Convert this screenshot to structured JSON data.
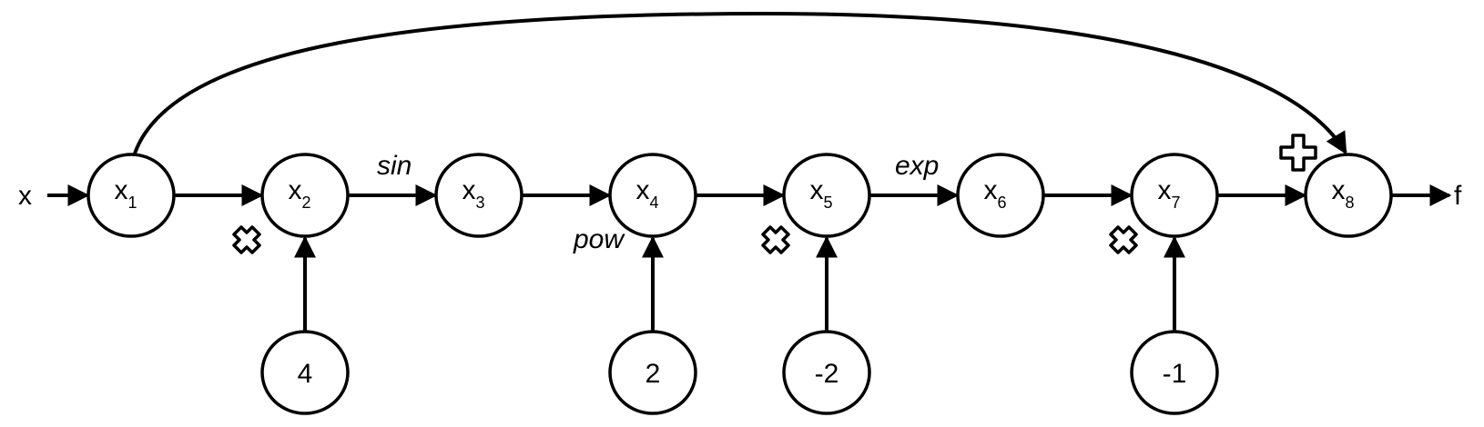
{
  "input_label": "x",
  "output_label": "f",
  "nodes": [
    {
      "id": "x1",
      "base": "x",
      "sub": "1"
    },
    {
      "id": "x2",
      "base": "x",
      "sub": "2"
    },
    {
      "id": "x3",
      "base": "x",
      "sub": "3"
    },
    {
      "id": "x4",
      "base": "x",
      "sub": "4"
    },
    {
      "id": "x5",
      "base": "x",
      "sub": "5"
    },
    {
      "id": "x6",
      "base": "x",
      "sub": "6"
    },
    {
      "id": "x7",
      "base": "x",
      "sub": "7"
    },
    {
      "id": "x8",
      "base": "x",
      "sub": "8"
    }
  ],
  "constants": [
    {
      "id": "c4",
      "value": "4",
      "target": "x2"
    },
    {
      "id": "c2",
      "value": "2",
      "target": "x4"
    },
    {
      "id": "cm2",
      "value": "-2",
      "target": "x5"
    },
    {
      "id": "cm1",
      "value": "-1",
      "target": "x7"
    }
  ],
  "operations": {
    "sin": "sin",
    "pow": "pow",
    "exp": "exp"
  },
  "operator_icons": [
    {
      "node": "x2",
      "icon": "multiply-icon"
    },
    {
      "node": "x5",
      "icon": "multiply-icon"
    },
    {
      "node": "x7",
      "icon": "multiply-icon"
    },
    {
      "node": "x8",
      "icon": "plus-icon"
    }
  ],
  "edges": [
    {
      "from": "x",
      "to": "x1"
    },
    {
      "from": "x1",
      "to": "x2"
    },
    {
      "from": "x2",
      "to": "x3",
      "label": "sin"
    },
    {
      "from": "x3",
      "to": "x4",
      "label": "pow"
    },
    {
      "from": "x4",
      "to": "x5"
    },
    {
      "from": "x5",
      "to": "x6",
      "label": "exp"
    },
    {
      "from": "x6",
      "to": "x7"
    },
    {
      "from": "x7",
      "to": "x8"
    },
    {
      "from": "x1",
      "to": "x8"
    },
    {
      "from": "x8",
      "to": "f"
    }
  ]
}
